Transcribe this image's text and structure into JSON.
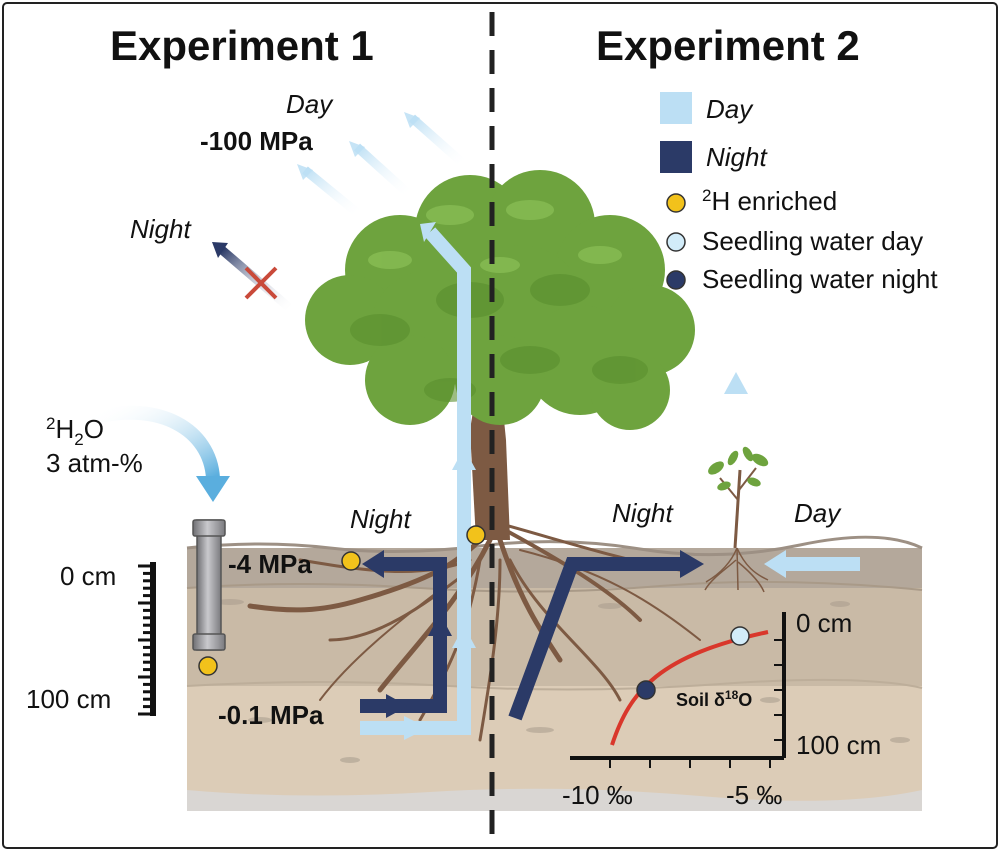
{
  "colors": {
    "day": "#bcdff4",
    "night": "#2b3a67",
    "enriched": "#f2c21b",
    "seedling_day": "#d2ecf9",
    "seedling_night": "#2b3a67",
    "curve": "#d9372b",
    "foliage": "#6ea33e",
    "trunk": "#7d5a43",
    "soil_top": "#b4a89b",
    "soil_mid": "#c9baa6",
    "soil_deep": "#dcccb7"
  },
  "titles": {
    "experiment1": "Experiment 1",
    "experiment2": "Experiment 2"
  },
  "legend": {
    "day": "Day",
    "night": "Night",
    "enriched_sup": "2",
    "enriched_rest": "H enriched",
    "seedling_day": "Seedling water day",
    "seedling_night": "Seedling water night"
  },
  "experiment1": {
    "day_label": "Day",
    "day_potential": "-100 MPa",
    "night_label": "Night",
    "tracer_sup": "2",
    "tracer_h": "H",
    "tracer_sub": "2",
    "tracer_o": "O",
    "tracer_conc": "3 atm-%",
    "depth_top": "0 cm",
    "depth_bottom": "100 cm",
    "soil_night_label": "Night",
    "shallow_potential": "-4 MPa",
    "deep_potential": "-0.1 MPa"
  },
  "experiment2": {
    "night_label": "Night",
    "day_label": "Day",
    "inset_top_label": "0 cm",
    "inset_bottom_label": "100 cm",
    "inset_title_prefix": "Soil δ",
    "inset_title_sup": "18",
    "inset_title_suffix": "O",
    "x_tick_left": "-10 ‰",
    "x_tick_right": "-5 ‰"
  }
}
